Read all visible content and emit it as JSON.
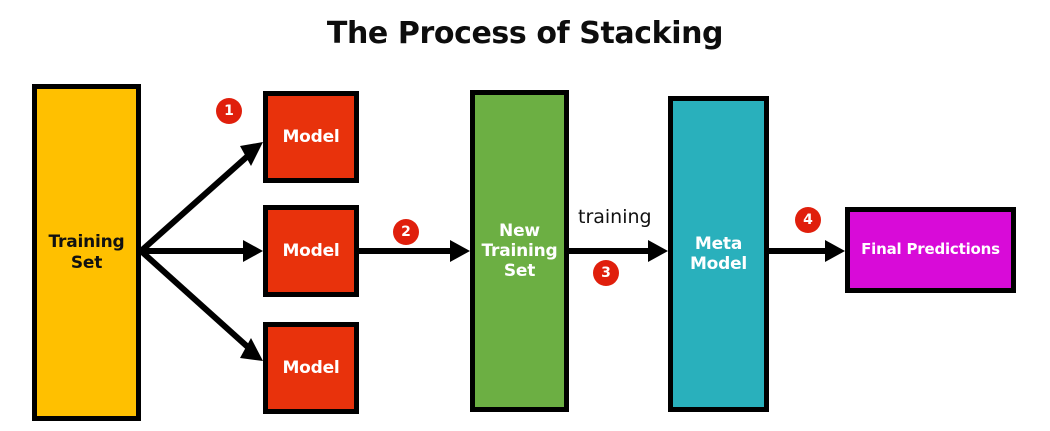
{
  "diagram": {
    "title": "The Process of Stacking",
    "background_color": "#FFFFFF",
    "border_color": "#000000",
    "nodes": [
      {
        "id": "training-set",
        "label": "Training\nSet",
        "color": "#FFC000",
        "text_color": "#111111"
      },
      {
        "id": "model-1",
        "label": "Model",
        "color": "#E8320C",
        "text_color": "#FFFFFF"
      },
      {
        "id": "model-2",
        "label": "Model",
        "color": "#E8320C",
        "text_color": "#FFFFFF"
      },
      {
        "id": "model-3",
        "label": "Model",
        "color": "#E8320C",
        "text_color": "#FFFFFF"
      },
      {
        "id": "new-training-set",
        "label": "New\nTraining\nSet",
        "color": "#6CAF43",
        "text_color": "#FFFFFF"
      },
      {
        "id": "meta-model",
        "label": "Meta\nModel",
        "color": "#29B0BC",
        "text_color": "#FFFFFF"
      },
      {
        "id": "final-predictions",
        "label": "Final Predictions",
        "color": "#D80BD8",
        "text_color": "#FFFFFF"
      }
    ],
    "badges": [
      {
        "id": "badge-1",
        "number": "1",
        "color": "#E01F0C"
      },
      {
        "id": "badge-2",
        "number": "2",
        "color": "#E01F0C"
      },
      {
        "id": "badge-3",
        "number": "3",
        "color": "#E01F0C"
      },
      {
        "id": "badge-4",
        "number": "4",
        "color": "#E01F0C"
      }
    ],
    "edge_labels": [
      {
        "id": "training",
        "text": "training"
      }
    ]
  }
}
